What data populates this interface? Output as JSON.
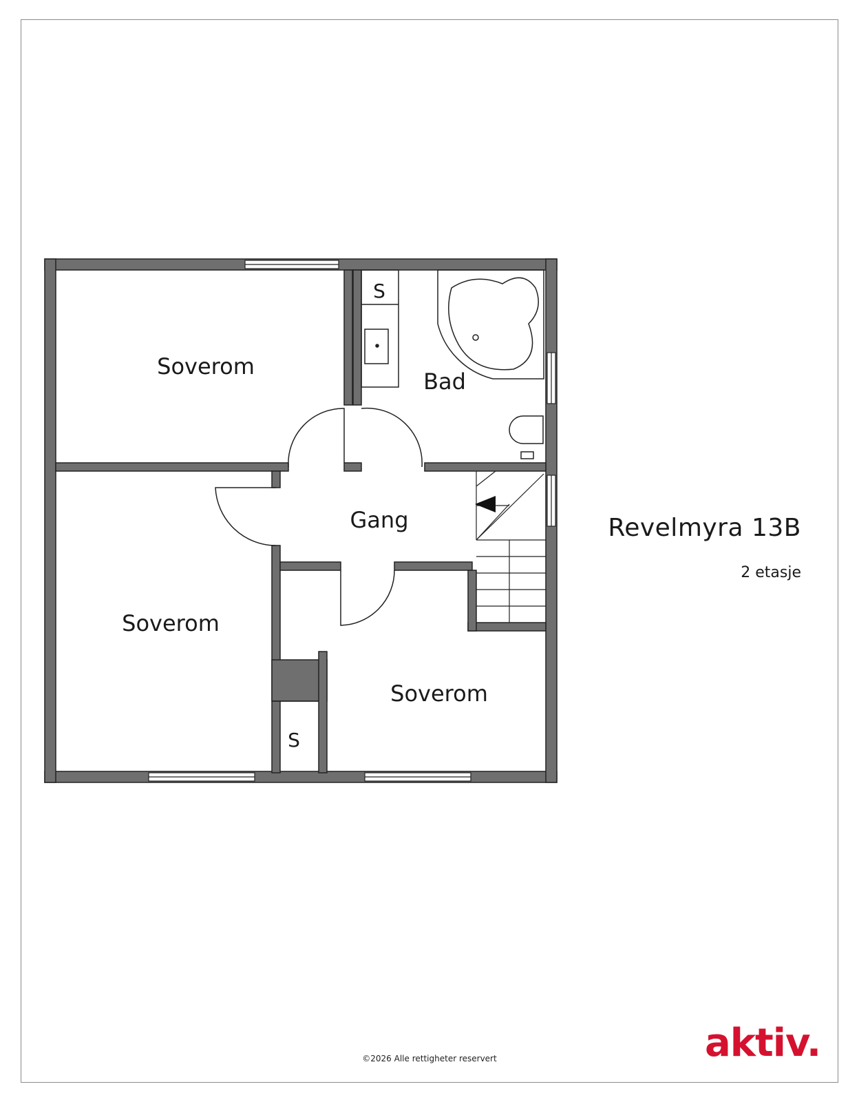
{
  "property": {
    "address": "Revelmyra 13B",
    "floor": "2 etasje"
  },
  "rooms": {
    "bedroom_top_left": "Soverom",
    "bathroom": "Bad",
    "hallway": "Gang",
    "bedroom_left": "Soverom",
    "bedroom_bottom_right": "Soverom",
    "closet_bath": "S",
    "closet_bottom": "S"
  },
  "footer": {
    "copyright": "©2026 Alle rettigheter reservert"
  },
  "brand": {
    "logo_text": "aktiv.",
    "color": "#d4122f"
  },
  "colors": {
    "wall": "#6f6f6f",
    "wall_outline": "#222222"
  }
}
